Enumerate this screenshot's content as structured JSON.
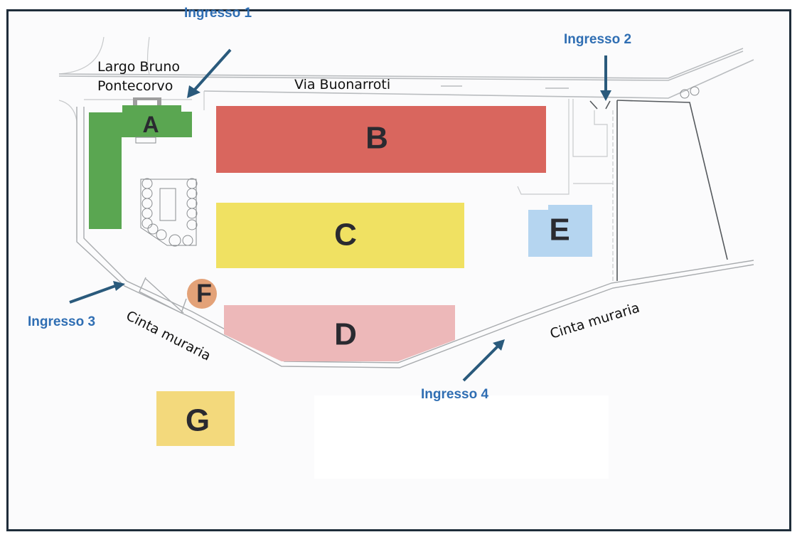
{
  "map": {
    "street_label": "Via Buonarroti",
    "square_label_line1": "Largo Bruno",
    "square_label_line2": "Pontecorvo",
    "wall_label_left": "Cinta muraria",
    "wall_label_right": "Cinta muraria"
  },
  "buildings": [
    {
      "id": "A",
      "label": "A",
      "color": "#5aa651"
    },
    {
      "id": "B",
      "label": "B",
      "color": "#d9665e"
    },
    {
      "id": "C",
      "label": "C",
      "color": "#f0e162"
    },
    {
      "id": "D",
      "label": "D",
      "color": "#edb8b9"
    },
    {
      "id": "E",
      "label": "E",
      "color": "#b5d5f0"
    },
    {
      "id": "F",
      "label": "F",
      "color": "#e3a278"
    },
    {
      "id": "G",
      "label": "G",
      "color": "#f3d97c"
    }
  ],
  "entrances": [
    {
      "id": "1",
      "label": "Ingresso 1"
    },
    {
      "id": "2",
      "label": "Ingresso 2"
    },
    {
      "id": "3",
      "label": "Ingresso 3"
    },
    {
      "id": "4",
      "label": "Ingresso 4"
    }
  ],
  "colors": {
    "entrance_text": "#2f6eb3",
    "arrow": "#2a5a7c",
    "frame_border": "#1f2d3a",
    "letter": "#2a2a30"
  }
}
